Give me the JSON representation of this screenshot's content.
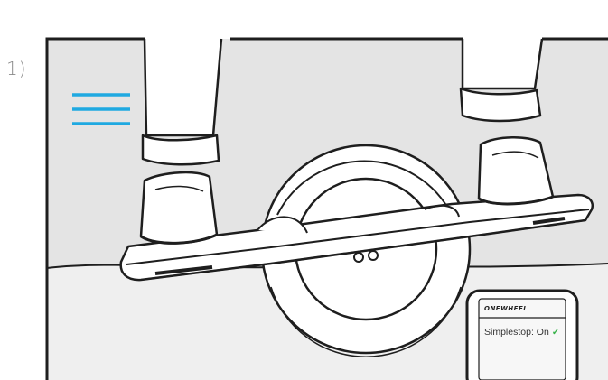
{
  "step": {
    "number": "1)"
  },
  "phone": {
    "brand": "ONEWHEEL",
    "status_text": "Simplestop: On",
    "check_glyph": "✓"
  },
  "icons": {
    "menu": "menu-lines-icon",
    "check": "check-icon"
  },
  "colors": {
    "background_panel": "#e4e4e4",
    "accent_lines": "#1fa9e1",
    "check_green": "#38b24a",
    "outline": "#1e1e1e"
  }
}
